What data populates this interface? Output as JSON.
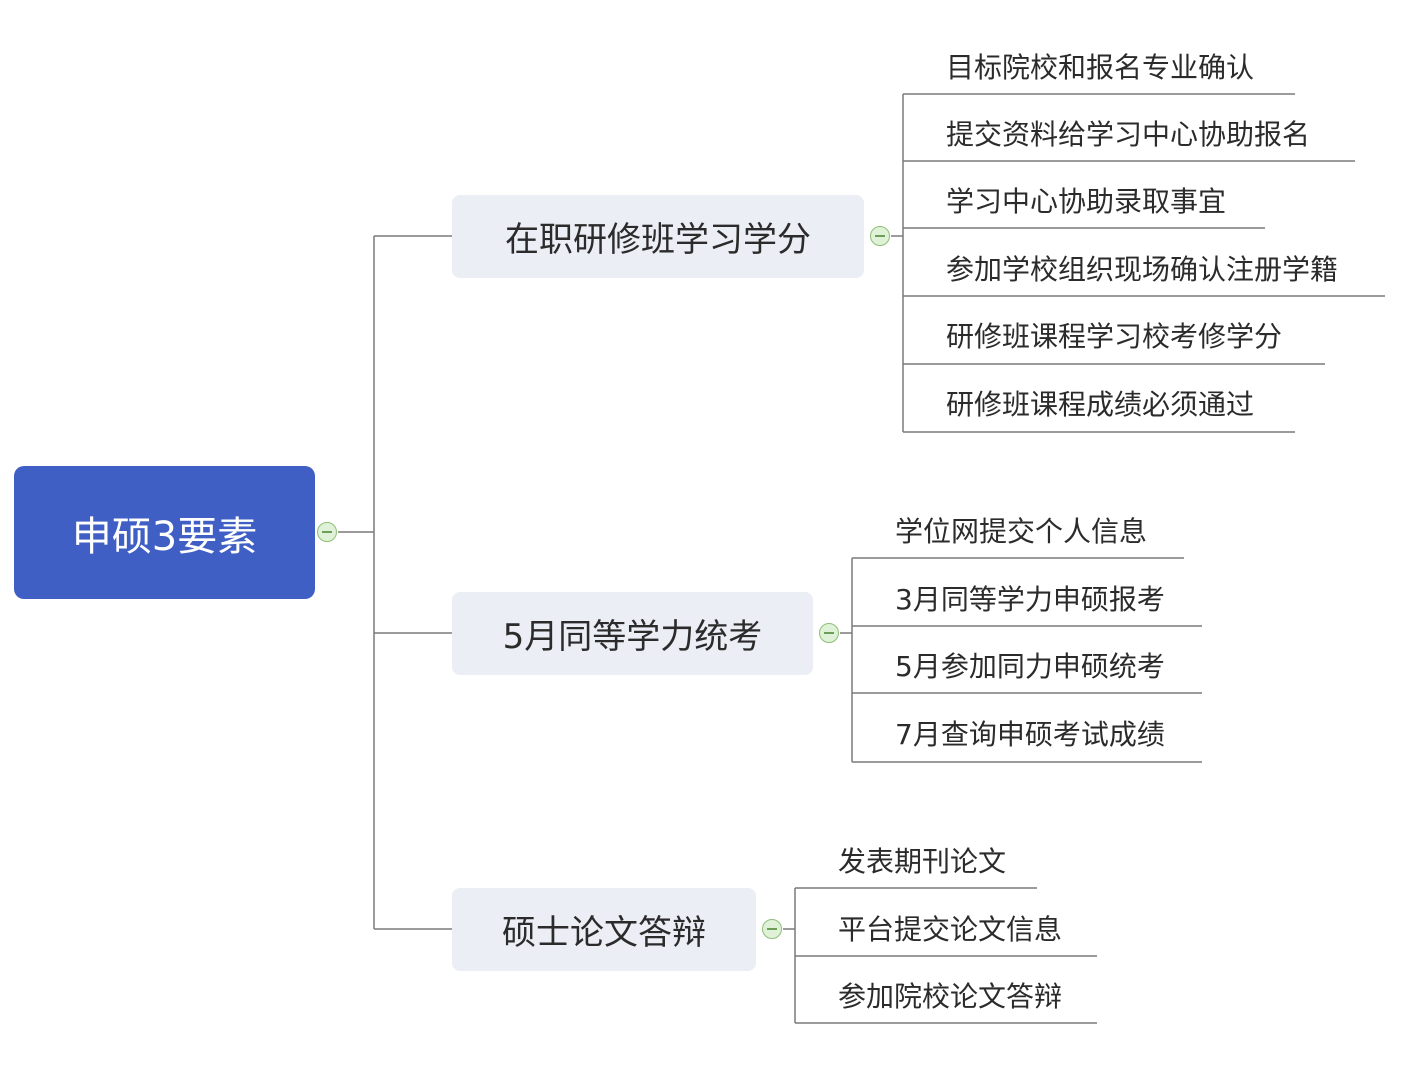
{
  "root": {
    "label": "申硕3要素"
  },
  "branches": [
    {
      "label": "在职研修班学习学分",
      "items": [
        "目标院校和报名专业确认",
        "提交资料给学习中心协助报名",
        "学习中心协助录取事宜",
        "参加学校组织现场确认注册学籍",
        "研修班课程学习校考修学分",
        "研修班课程成绩必须通过"
      ]
    },
    {
      "label": "5月同等学力统考",
      "items": [
        "学位网提交个人信息",
        "3月同等学力申硕报考",
        "5月参加同力申硕统考",
        "7月查询申硕考试成绩"
      ]
    },
    {
      "label": "硕士论文答辩",
      "items": [
        "发表期刊论文",
        "平台提交论文信息",
        "参加院校论文答辩"
      ]
    }
  ],
  "colors": {
    "root_fill": "#3f5fc4",
    "branch_fill": "#eceef6",
    "line": "#7a7a7a",
    "toggle_fill": "#dff1d6",
    "toggle_border": "#8fbf7a"
  },
  "icons": {
    "collapse": "collapse-minus-icon"
  }
}
